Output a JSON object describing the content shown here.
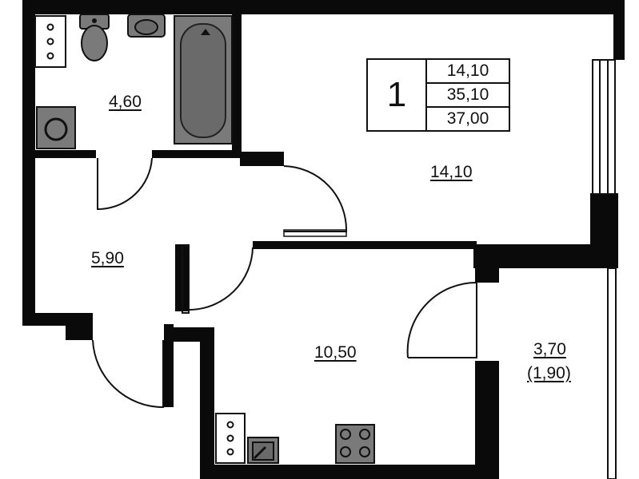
{
  "summary": {
    "rooms": "1",
    "living_area": "14,10",
    "total_area": "35,10",
    "total_with_balcony": "37,00"
  },
  "rooms": {
    "bathroom": "4,60",
    "living_room": "14,10",
    "hallway": "5,90",
    "kitchen": "10,50",
    "balcony": "3,70",
    "balcony_reduced": "(1,90)"
  },
  "colors": {
    "wall": "#0a0a0a",
    "fixture": "#7a7a7a",
    "line": "#111111"
  }
}
